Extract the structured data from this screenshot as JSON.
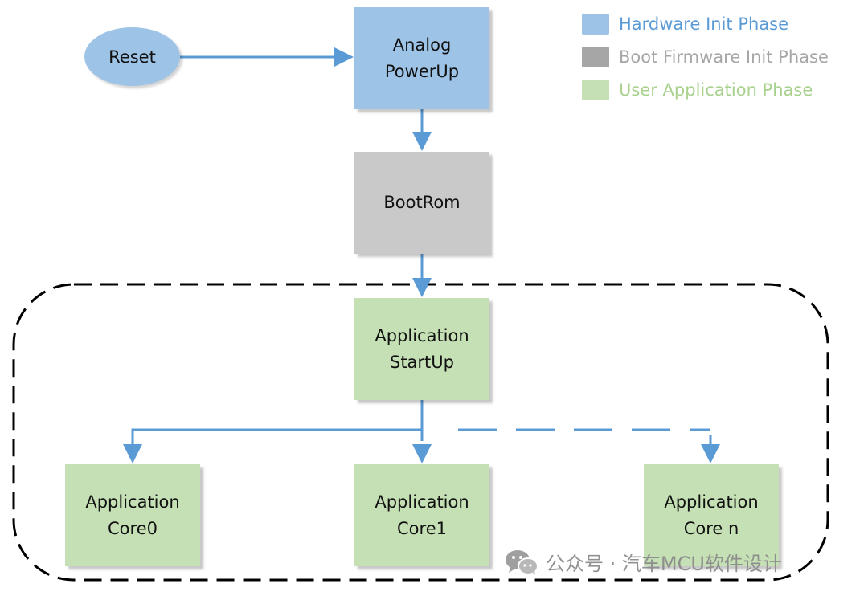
{
  "nodes": {
    "reset": "Reset",
    "analog_powerup": [
      "Analog",
      "PowerUp"
    ],
    "bootrom": "BootRom",
    "application_startup": [
      "Application",
      "StartUp"
    ],
    "core0": [
      "Application",
      "Core0"
    ],
    "core1": [
      "Application",
      "Core1"
    ],
    "core_n": [
      "Application",
      "Core n"
    ]
  },
  "legend": [
    {
      "label": "Hardware Init Phase",
      "color": "#9dc3e6",
      "text_color": "#5b9bd5"
    },
    {
      "label": "Boot Firmware Init Phase",
      "color": "#a6a6a6",
      "text_color": "#a6a6a6"
    },
    {
      "label": "User Application Phase",
      "color": "#c5e0b4",
      "text_color": "#a9d18e"
    }
  ],
  "colors": {
    "arrow": "#5b9bd5",
    "hardware": "#9dc3e6",
    "boot_firmware": "#c9c9c9",
    "user_application": "#c5e0b4",
    "group_border": "#000000"
  },
  "watermark": {
    "icon": "wechat-icon",
    "text": "公众号 · 汽车MCU软件设计"
  }
}
